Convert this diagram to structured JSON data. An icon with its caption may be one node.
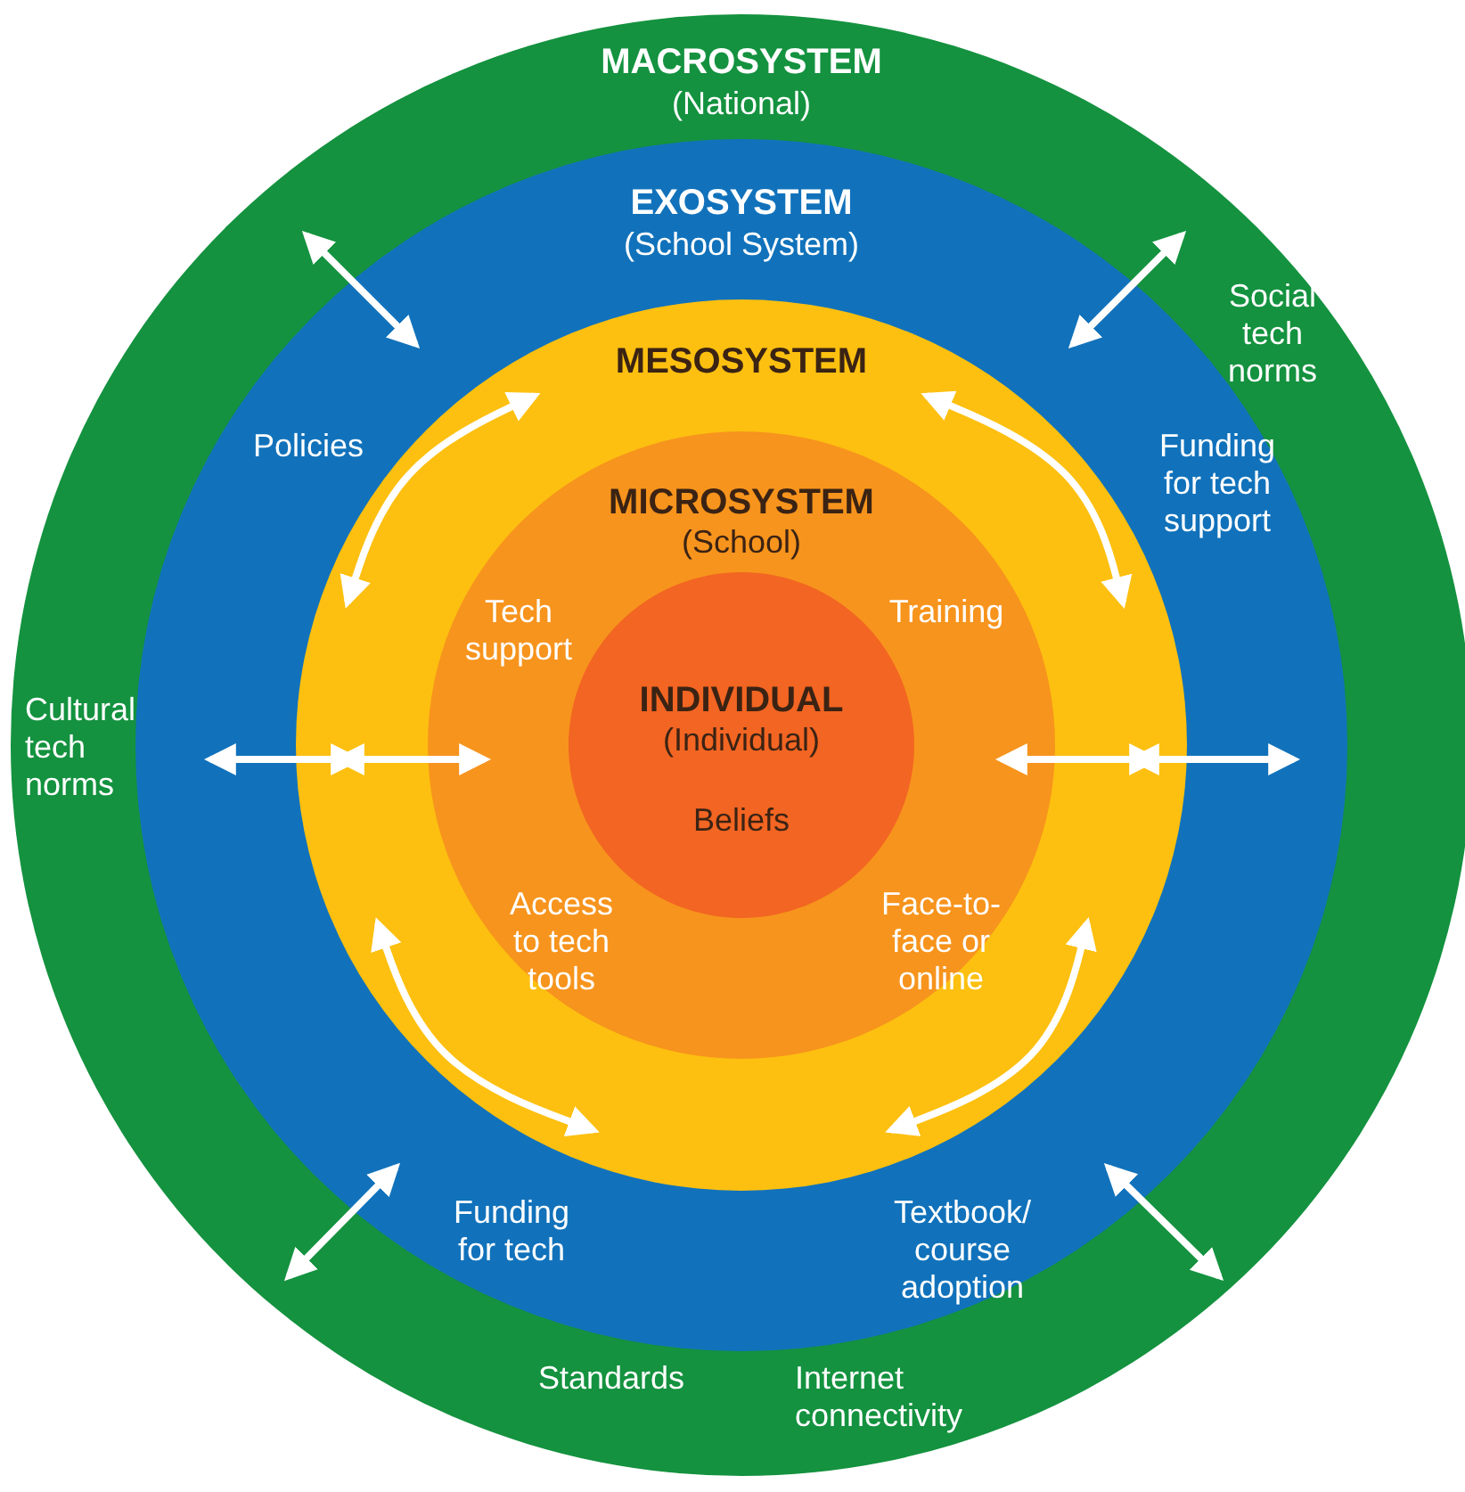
{
  "diagram": {
    "nodes": [
      {
        "text": [
          "MACROSYSTEM",
          "(National)"
        ]
      },
      {
        "text": [
          "EXOSYSTEM",
          "(School System)"
        ],
        "in": 0
      },
      {
        "text": [
          "MESOSYSTEM"
        ],
        "in": 1
      },
      {
        "text": [
          "MICROSYSTEM",
          "(School)"
        ],
        "in": 2
      },
      {
        "text": [
          "INDIVIDUAL",
          "(Individual)",
          "Beliefs"
        ],
        "in": 3
      }
    ],
    "edges": [
      {
        "from": 1,
        "to": 2,
        "arrow": "both"
      },
      {
        "from": 1,
        "to": 2,
        "arrow": "both"
      },
      {
        "from": 1,
        "to": 2,
        "arrow": "both"
      },
      {
        "from": 1,
        "to": 2,
        "arrow": "both"
      },
      {
        "from": 2,
        "to": 3,
        "arrow": "both"
      },
      {
        "from": 2,
        "to": 3,
        "arrow": "both"
      },
      {
        "from": 2,
        "to": 3,
        "arrow": "both"
      },
      {
        "from": 2,
        "to": 3,
        "arrow": "both"
      },
      {
        "from": 1,
        "to": 2,
        "arrow": "both"
      },
      {
        "from": 2,
        "to": 3,
        "arrow": "both"
      },
      {
        "from": 3,
        "to": 2,
        "arrow": "both"
      },
      {
        "from": 2,
        "to": 1,
        "arrow": "both"
      }
    ],
    "labels": [
      "Social tech norms",
      "Policies",
      "Funding for tech support",
      "Tech support",
      "Training",
      "Cultural tech norms",
      "Access to tech tools",
      "Face-to-face or online",
      "Funding for tech",
      "Textbook/ course adoption",
      "Standards",
      "Internet connectivity"
    ]
  }
}
